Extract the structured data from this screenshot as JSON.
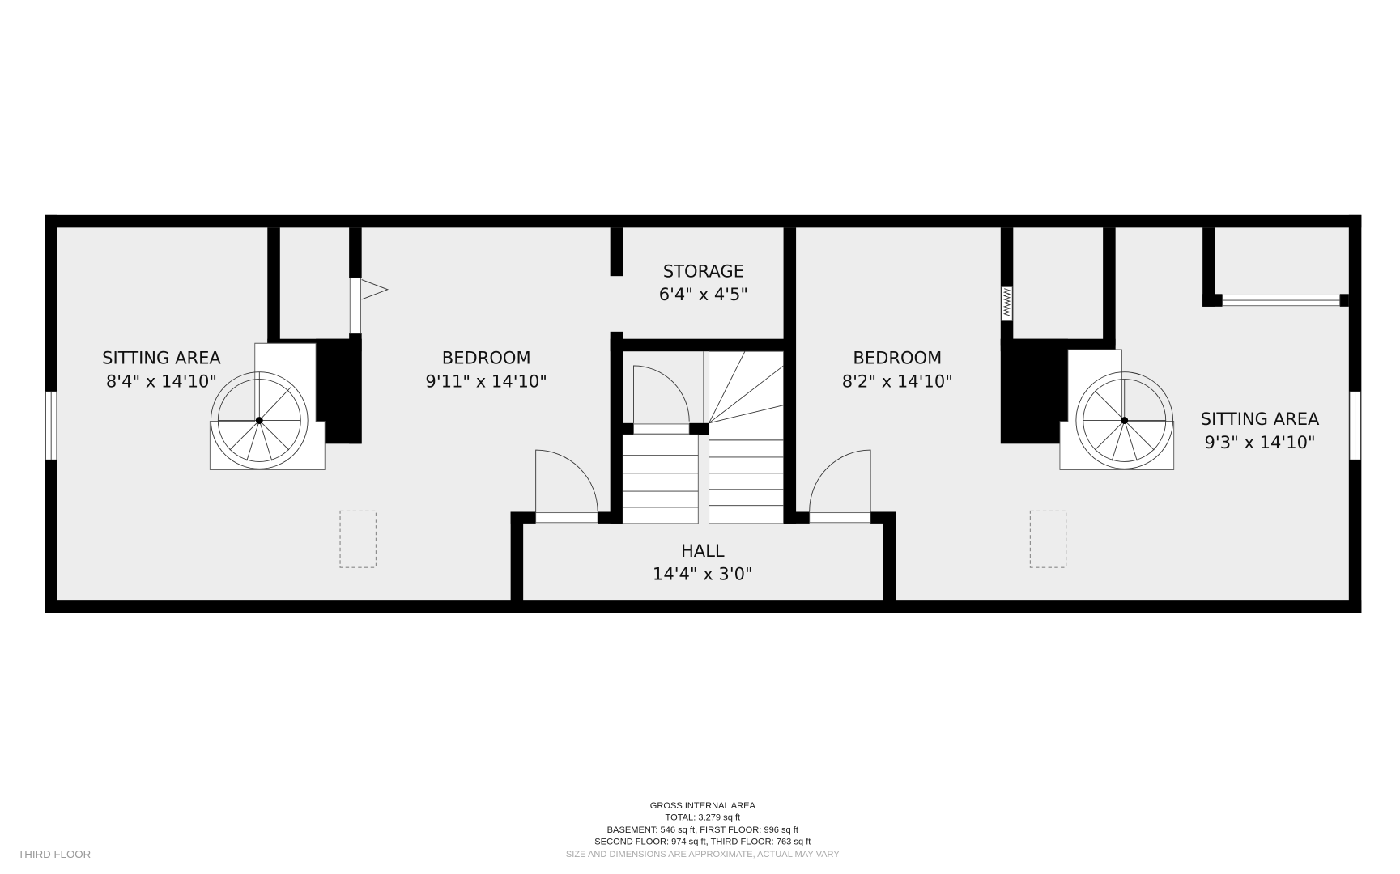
{
  "floor_label": "THIRD FLOOR",
  "rooms": [
    {
      "name": "SITTING AREA",
      "size": "8'4\" x 14'10\""
    },
    {
      "name": "BEDROOM",
      "size": "9'11\" x 14'10\""
    },
    {
      "name": "STORAGE",
      "size": "6'4\" x 4'5\""
    },
    {
      "name": "BEDROOM",
      "size": "8'2\" x 14'10\""
    },
    {
      "name": "SITTING AREA",
      "size": "9'3\" x 14'10\""
    },
    {
      "name": "HALL",
      "size": "14'4\" x 3'0\""
    }
  ],
  "area_summary": {
    "title": "GROSS INTERNAL AREA",
    "total": "TOTAL: 3,279 sq ft",
    "line1": "BASEMENT: 546 sq ft, FIRST FLOOR: 996 sq ft",
    "line2": "SECOND FLOOR: 974 sq ft, THIRD FLOOR: 763 sq ft",
    "disclaimer": "SIZE AND DIMENSIONS ARE APPROXIMATE, ACTUAL MAY VARY"
  },
  "colors": {
    "wall": "#000000",
    "floor": "#ededed"
  }
}
